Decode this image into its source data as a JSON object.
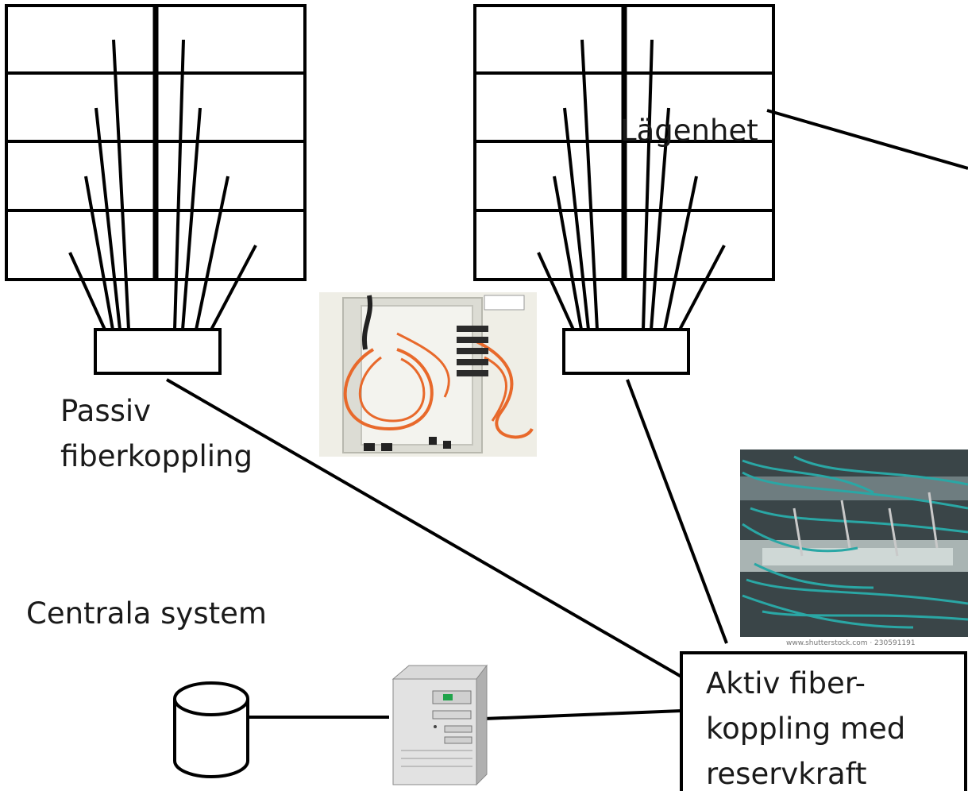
{
  "labels": {
    "apartment": "Lägenhet",
    "passive_coupling_line1": "Passiv",
    "passive_coupling_line2": "fiberkoppling",
    "central_systems": "Centrala system",
    "active_coupling_line1": "Aktiv fiber-",
    "active_coupling_line2": "koppling med",
    "active_coupling_line3": "reservkraft",
    "shutterstock_watermark": "www.shutterstock.com · 230591191"
  },
  "icons": {
    "passive_photo": "fiber-splice-box-photo",
    "active_photo": "fiber-patch-panel-photo",
    "database": "database-cylinder-icon",
    "server": "server-tower-icon"
  },
  "colors": {
    "line": "#000000",
    "text": "#1a1a1a",
    "fiber_orange": "#e8692b",
    "fiber_cyan": "#2aa7a5"
  }
}
